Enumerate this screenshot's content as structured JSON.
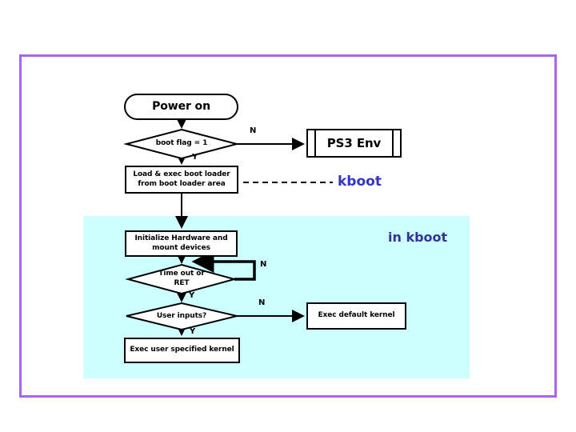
{
  "colors": {
    "frame_purple": "#a865f5",
    "region_cyan": "#ccffff",
    "kboot_blue": "#3333cc",
    "in_kboot_blue": "#333399",
    "shape_stroke": "#000000",
    "shape_fill": "#ffffff"
  },
  "flowchart": {
    "start": {
      "label": "Power on"
    },
    "decision_boot_flag": {
      "label": "boot flag = 1",
      "no_label": "N",
      "yes_label": "Y"
    },
    "predefined_ps3_env": {
      "label": "PS3 Env"
    },
    "process_load_boot_loader": {
      "line1": "Load & exec boot loader",
      "line2": "from boot loader area"
    },
    "kboot_callout": {
      "label": "kboot"
    },
    "region_label": {
      "label": "in kboot"
    },
    "process_init_hardware": {
      "line1": "Initialize Hardware and",
      "line2": "mount devices"
    },
    "decision_timeout": {
      "line1": "Time out or",
      "line2": "RET",
      "no_label": "N",
      "yes_label": "Y"
    },
    "decision_user_inputs": {
      "label": "User inputs?",
      "no_label": "N",
      "yes_label": "Y"
    },
    "process_exec_default": {
      "label": "Exec default kernel"
    },
    "process_exec_user": {
      "label": "Exec user specified kernel"
    }
  }
}
